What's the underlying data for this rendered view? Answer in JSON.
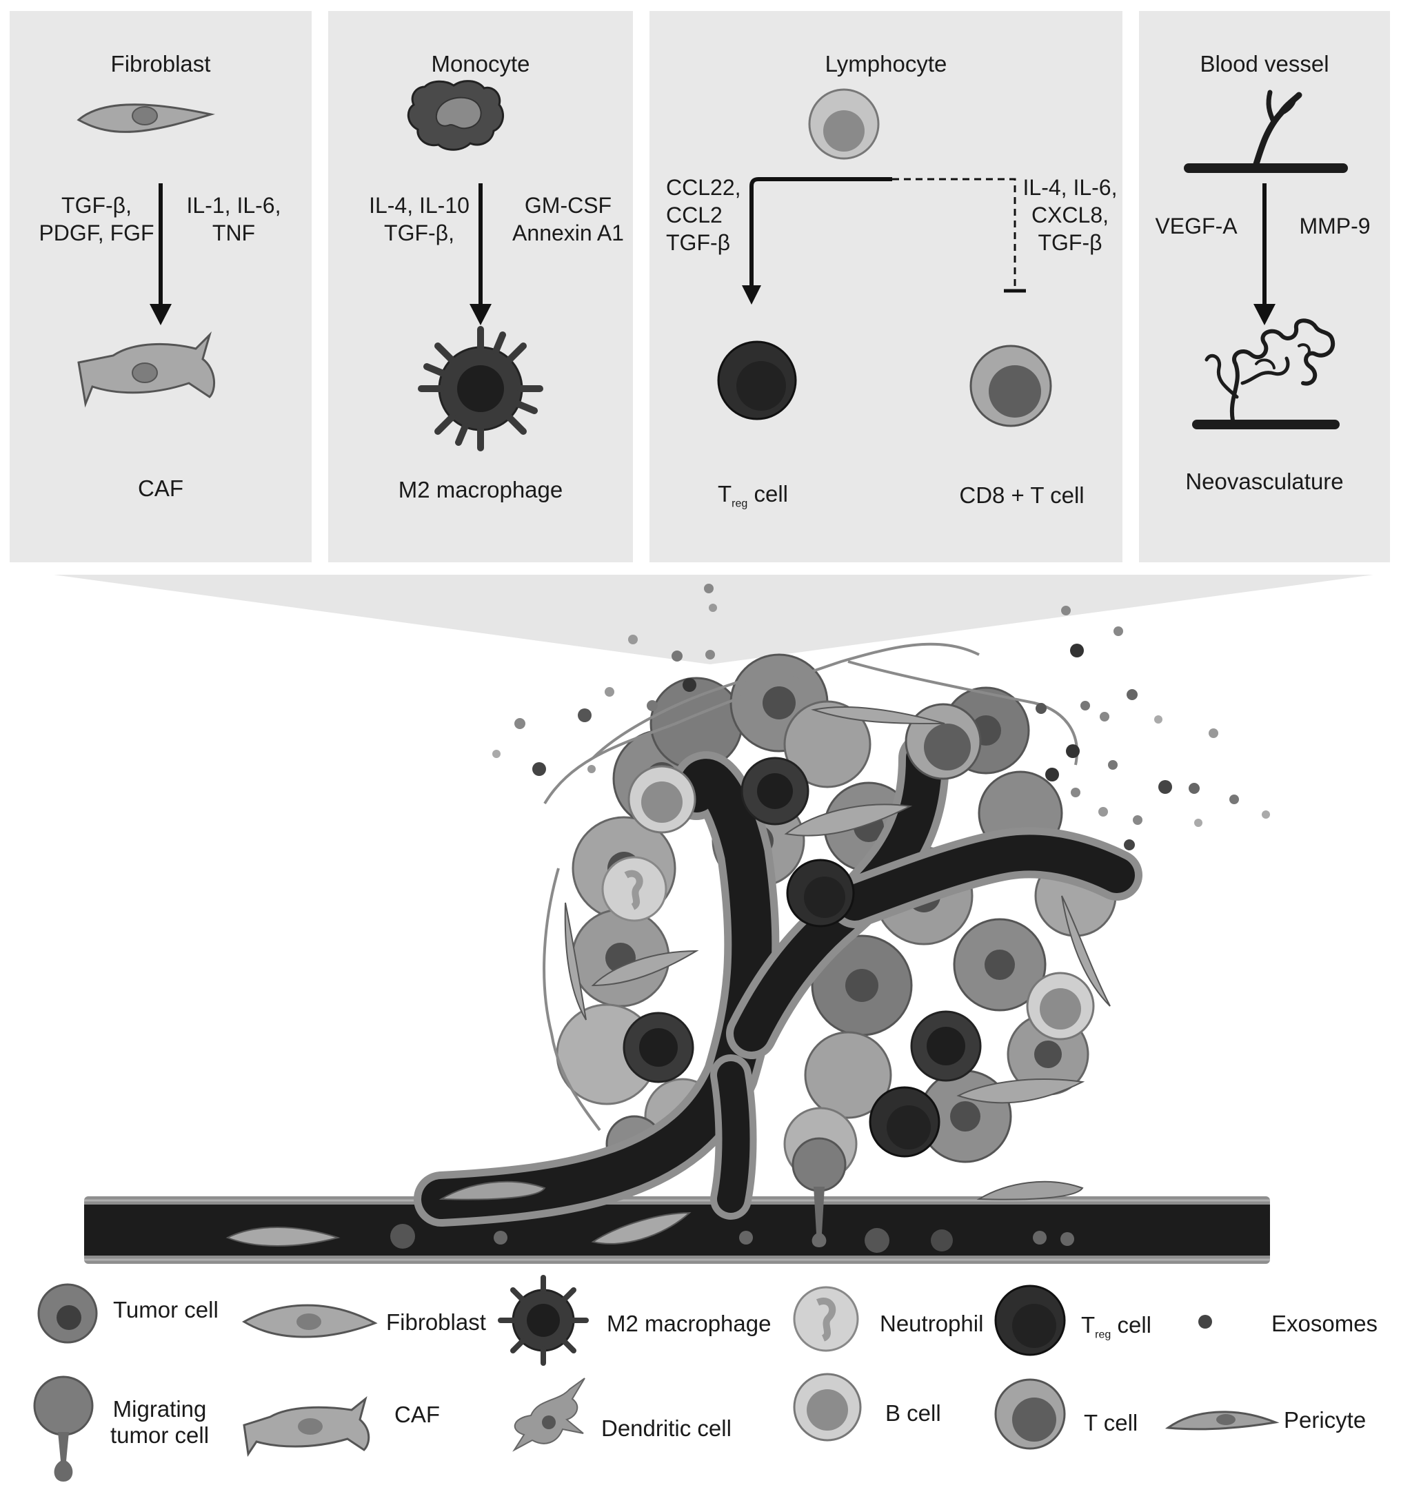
{
  "panels": {
    "fibroblast": {
      "title": "Fibroblast",
      "left_factors": [
        "TGF-β,",
        "PDGF, FGF"
      ],
      "right_factors": [
        "IL-1, IL-6,",
        "TNF"
      ],
      "result": "CAF"
    },
    "monocyte": {
      "title": "Monocyte",
      "left_factors": [
        "IL-4, IL-10",
        "TGF-β,"
      ],
      "right_factors": [
        "GM-CSF",
        "Annexin A1"
      ],
      "result": "M2 macrophage"
    },
    "lymphocyte": {
      "title": "Lymphocyte",
      "left_factors": [
        "CCL22,",
        "CCL2",
        "TGF-β"
      ],
      "right_factors": [
        "IL-4, IL-6,",
        "CXCL8,",
        "TGF-β"
      ],
      "result_left_main": "T",
      "result_left_sub": "reg",
      "result_left_tail": " cell",
      "result_right": "CD8 + T cell"
    },
    "blood_vessel": {
      "title": "Blood vessel",
      "left_factors": [
        "VEGF-A"
      ],
      "right_factors": [
        "MMP-9"
      ],
      "result": "Neovasculature"
    }
  },
  "legend": {
    "tumor_cell": "Tumor cell",
    "fibroblast": "Fibroblast",
    "m2_macrophage": "M2 macrophage",
    "neutrophil": "Neutrophil",
    "treg_main": "T",
    "treg_sub": "reg",
    "treg_tail": " cell",
    "exosomes": "Exosomes",
    "migrating_1": "Migrating",
    "migrating_2": "tumor cell",
    "caf": "CAF",
    "dendritic_cell": "Dendritic cell",
    "b_cell": "B cell",
    "t_cell": "T cell",
    "pericyte": "Pericyte"
  },
  "colors": {
    "panel_bg": "#e8e8e8",
    "vessel": "#1c1c1c",
    "tumor": "#7a7a7a",
    "fibroblast": "#a8a8a8",
    "macrophage": "#3a3a3a"
  }
}
